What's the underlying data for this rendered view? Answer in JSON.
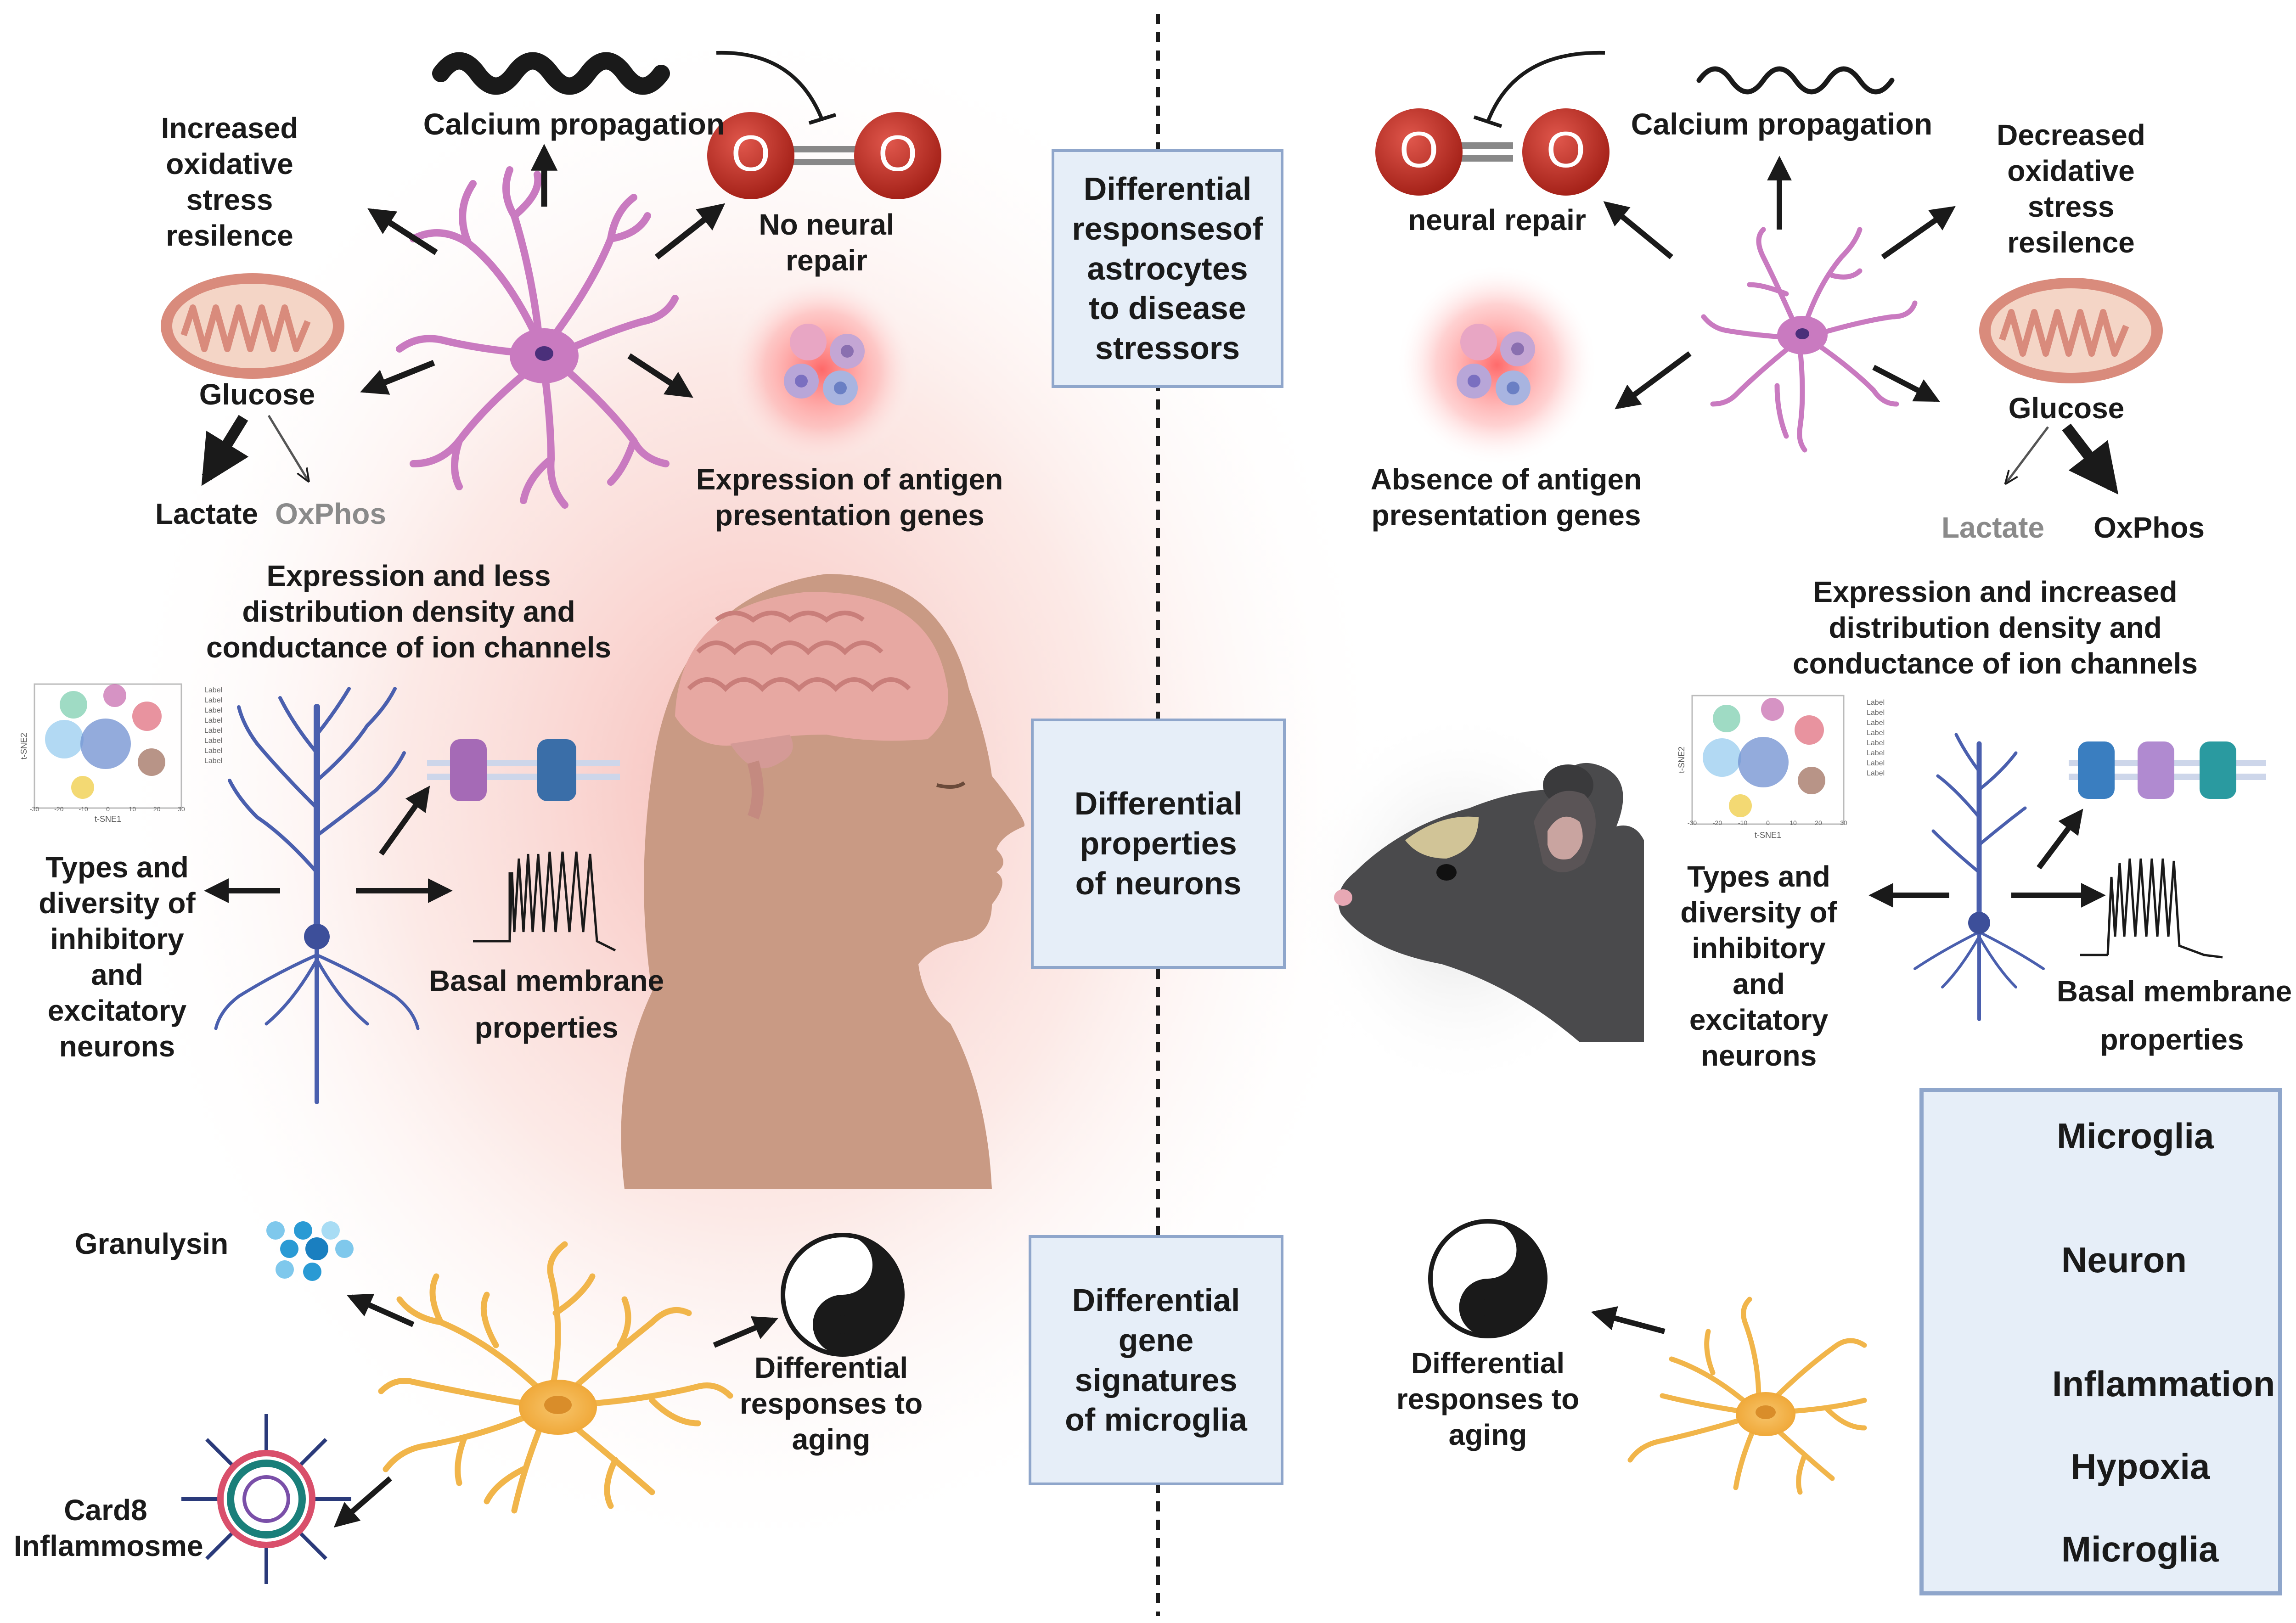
{
  "center_boxes": {
    "astrocytes": "Differential\nresponsesof\nastrocytes\nto disease\nstressors",
    "neurons": "Differential\nproperties\nof neurons",
    "microglia": "Differential\ngene\nsignatures\nof microglia"
  },
  "human": {
    "oxidative": "Increased\noxidative\nstress\nresilence",
    "calcium": "Calcium propagation",
    "repair": "No neural\nrepair",
    "glucose": "Glucose",
    "lactate": "Lactate",
    "oxphos": "OxPhos",
    "antigen": "Expression of antigen\npresentation genes",
    "ion_channels": "Expression and less\ndistribution density and\nconductance of  ion channels",
    "types": "Types and\ndiversity of\ninhibitory\nand\nexcitatory\nneurons",
    "basal": "Basal membrane\nproperties",
    "granulysin": "Granulysin",
    "card8": "Card8\nInflammosme",
    "aging": "Differential\nresponses to\naging"
  },
  "mouse": {
    "repair": "neural repair",
    "calcium": "Calcium propagation",
    "oxidative": "Decreased\noxidative\nstress\nresilence",
    "antigen": "Absence of antigen\npresentation genes",
    "glucose": "Glucose",
    "lactate": "Lactate",
    "oxphos": "OxPhos",
    "ion_channels": "Expression and increased\ndistribution density and\nconductance of ion channels",
    "types": "Types and\ndiversity of\ninhibitory\nand\nexcitatory\nneurons",
    "basal_1": "Basal membrane",
    "basal_2": "properties",
    "aging": "Differential\nresponses to\naging"
  },
  "legend": {
    "items": [
      {
        "label": "Microglia",
        "icon": "astrocyte-icon"
      },
      {
        "label": "Neuron",
        "icon": "neuron-icon"
      },
      {
        "label": "Inflammation",
        "icon": "inflammation-icon"
      },
      {
        "label": "Hypoxia",
        "icon": "oxygen-molecule-icon"
      },
      {
        "label": "Microglia",
        "icon": "microglia-icon"
      }
    ]
  },
  "tsne": {
    "xlabel": "t-SNE1",
    "ylabel": "t-SNE2",
    "legend_label": "Label",
    "xticks": [
      "-30",
      "-20",
      "-10",
      "0",
      "10",
      "20",
      "30"
    ]
  },
  "molecule_letter": "O",
  "colors": {
    "astrocyte": "#c97ac0",
    "neuron": "#4a5fae",
    "microglia": "#f1b54a",
    "oxygen": "#c9342a",
    "box_fill": "#e6eef8",
    "box_border": "#8fa6cb",
    "inflammation": "#ff6b6b"
  }
}
